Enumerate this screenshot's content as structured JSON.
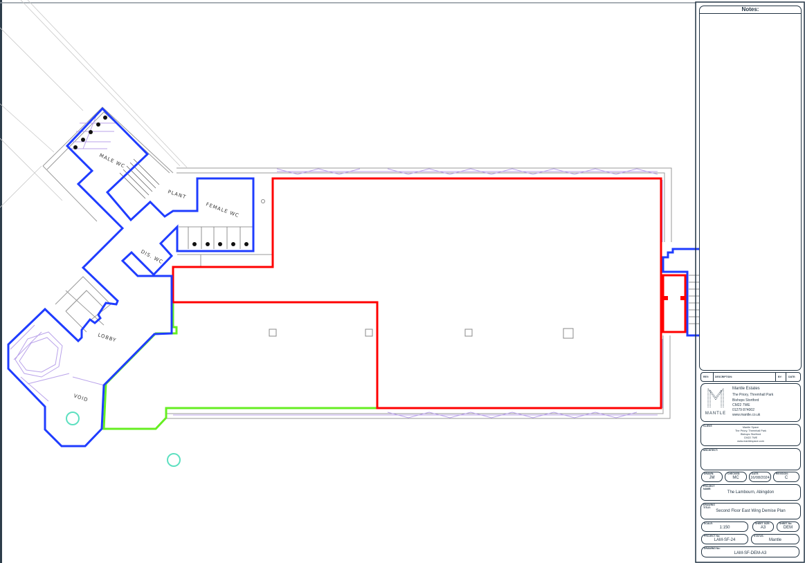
{
  "plan": {
    "rooms": {
      "male_wc": "MALE WC",
      "plant": "PLANT",
      "female_wc": "FEMALE WC",
      "dis_wc": "DIS. WC",
      "lobby": "LOBBY",
      "void": "VOID"
    },
    "colors": {
      "demise_red": "#ff0000",
      "demise_green": "#66ee22",
      "core_blue": "#1f3cff",
      "fitting_purple": "#b9a2ea",
      "wall_grey": "#9a9a9a",
      "tree_cyan": "#5de0c0"
    }
  },
  "titleblock": {
    "notes_heading": "Notes:",
    "revision_header": {
      "rev": "REV:",
      "description": "DESCRIPTION:",
      "by": "BY:",
      "date": "DATE:"
    },
    "company": {
      "logo_text": "MANTLE",
      "name": "Mantle Estates",
      "address1": "The Priory, Thremhall Park",
      "address2": "Bishops Stortford",
      "postcode": "CM22 7WE",
      "phone": "01279 874002",
      "web": "www.mantle.co.uk"
    },
    "client": {
      "label": "CLIENT:",
      "lines": [
        "Mantle Space",
        "The Priory, Thremhall Park",
        "Bishops Stortford",
        "CM22 7WE",
        "www.mantlespace.com"
      ]
    },
    "architect": {
      "label": "ARCHITECT:"
    },
    "drawn": {
      "label": "DRAWN:",
      "value": "JM"
    },
    "checked": {
      "label": "CHECKED:",
      "value": "MC"
    },
    "date": {
      "label": "DATE:",
      "value": "16/08/2024"
    },
    "revision": {
      "label": "REVISION:",
      "value": "C"
    },
    "project_name": {
      "label": "PROJECT NAME:",
      "value": "The Lambourn, Abingdon"
    },
    "drawing_title": {
      "label": "DRAWING TITLE:",
      "value": "Second Floor East Wing Demise Plan"
    },
    "scale": {
      "label": "SCALE:",
      "value": "1:150"
    },
    "sheet_size": {
      "label": "SHEET SIZE:",
      "value": "A3"
    },
    "sheet_no": {
      "label": "SHEET No:",
      "value": "DEM"
    },
    "project_no": {
      "label": "PROJECT No:",
      "value": "LAM-SF-24"
    },
    "status": {
      "label": "STATUS:",
      "value": "Mantle"
    },
    "drawing_no": {
      "label": "DRAWING No:",
      "value": "LAM-SF-DEM-A3"
    }
  }
}
